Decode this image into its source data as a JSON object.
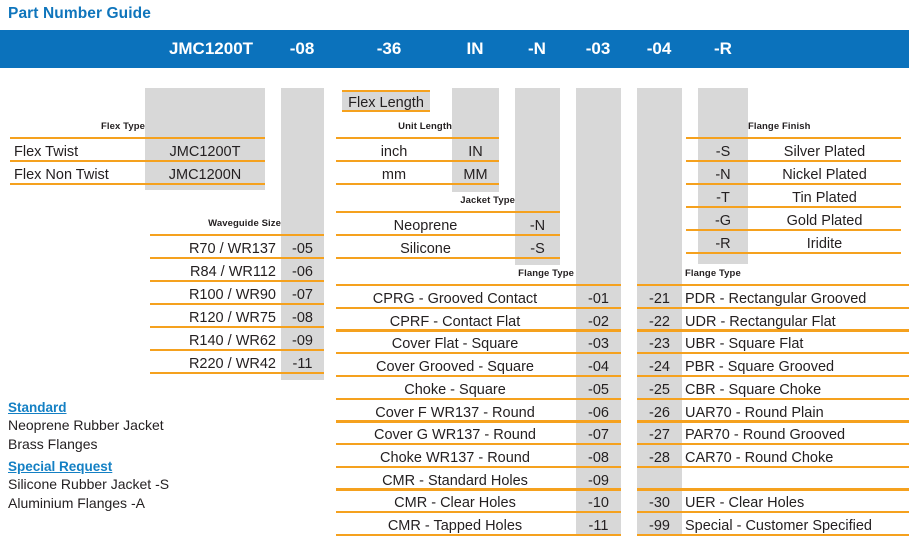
{
  "title": "Part Number Guide",
  "colors": {
    "blue": "#0b72bc",
    "orange": "#f5a11e",
    "grey": "#d8d8d8",
    "link": "#1480c4"
  },
  "part_number_bar": {
    "segments": [
      {
        "label": "JMC1200T"
      },
      {
        "label": "-08"
      },
      {
        "label": "-36"
      },
      {
        "label": "IN"
      },
      {
        "label": "-N"
      },
      {
        "label": "-03"
      },
      {
        "label": "-04"
      },
      {
        "label": "-R"
      }
    ]
  },
  "flex_type": {
    "caption": "Flex Type",
    "rows": [
      {
        "name": "Flex Twist",
        "code": "JMC1200T"
      },
      {
        "name": "Flex Non Twist",
        "code": "JMC1200N"
      }
    ]
  },
  "waveguide_size": {
    "caption": "Waveguide Size",
    "rows": [
      {
        "name": "R70 / WR137",
        "code": "-05"
      },
      {
        "name": "R84 / WR112",
        "code": "-06"
      },
      {
        "name": "R100 / WR90",
        "code": "-07"
      },
      {
        "name": "R120 / WR75",
        "code": "-08"
      },
      {
        "name": "R140 / WR62",
        "code": "-09"
      },
      {
        "name": "R220 / WR42",
        "code": "-11"
      }
    ]
  },
  "flex_length": {
    "label": "Flex Length"
  },
  "unit_length": {
    "caption": "Unit Length",
    "rows": [
      {
        "name": "inch",
        "code": "IN"
      },
      {
        "name": "mm",
        "code": "MM"
      }
    ]
  },
  "jacket_type": {
    "caption": "Jacket Type",
    "rows": [
      {
        "name": "Neoprene",
        "code": "-N"
      },
      {
        "name": "Silicone",
        "code": "-S"
      }
    ]
  },
  "flange_type_left": {
    "caption": "Flange Type",
    "rows": [
      {
        "name": "CPRG - Grooved Contact",
        "code": "-01"
      },
      {
        "name": "CPRF - Contact Flat",
        "code": "-02"
      },
      {
        "name": "Cover Flat - Square",
        "code": "-03"
      },
      {
        "name": "Cover Grooved - Square",
        "code": "-04"
      },
      {
        "name": "Choke - Square",
        "code": "-05"
      },
      {
        "name": "Cover F  WR137 - Round",
        "code": "-06"
      },
      {
        "name": "Cover G WR137 -  Round",
        "code": "-07"
      },
      {
        "name": "Choke WR137 - Round",
        "code": "-08"
      },
      {
        "name": "CMR - Standard Holes",
        "code": "-09"
      },
      {
        "name": "CMR - Clear Holes",
        "code": "-10"
      },
      {
        "name": "CMR - Tapped Holes",
        "code": "-11"
      }
    ]
  },
  "flange_type_right": {
    "caption": "Flange Type",
    "rows": [
      {
        "code": "-21",
        "name": "PDR - Rectangular Grooved"
      },
      {
        "code": "-22",
        "name": "UDR - Rectangular Flat"
      },
      {
        "code": "-23",
        "name": "UBR - Square Flat"
      },
      {
        "code": "-24",
        "name": "PBR - Square Grooved"
      },
      {
        "code": "-25",
        "name": "CBR - Square Choke"
      },
      {
        "code": "-26",
        "name": "UAR70 - Round Plain"
      },
      {
        "code": "-27",
        "name": "PAR70 - Round Grooved"
      },
      {
        "code": "-28",
        "name": "CAR70 - Round Choke"
      },
      {
        "code": "",
        "name": ""
      },
      {
        "code": "-30",
        "name": "UER - Clear Holes"
      },
      {
        "code": "-99",
        "name": "Special - Customer Specified"
      }
    ]
  },
  "flange_finish": {
    "caption": "Flange Finish",
    "rows": [
      {
        "code": "-S",
        "name": "Silver Plated"
      },
      {
        "code": "-N",
        "name": "Nickel Plated"
      },
      {
        "code": "-T",
        "name": "Tin Plated"
      },
      {
        "code": "-G",
        "name": "Gold Plated"
      },
      {
        "code": "-R",
        "name": "Iridite"
      }
    ]
  },
  "notes": {
    "standard_heading": "Standard",
    "standard_lines": [
      "Neoprene Rubber Jacket",
      "Brass Flanges"
    ],
    "special_heading": "Special Request",
    "special_lines": [
      "Silicone Rubber  Jacket  -S",
      "Aluminium Flanges  -A"
    ]
  }
}
